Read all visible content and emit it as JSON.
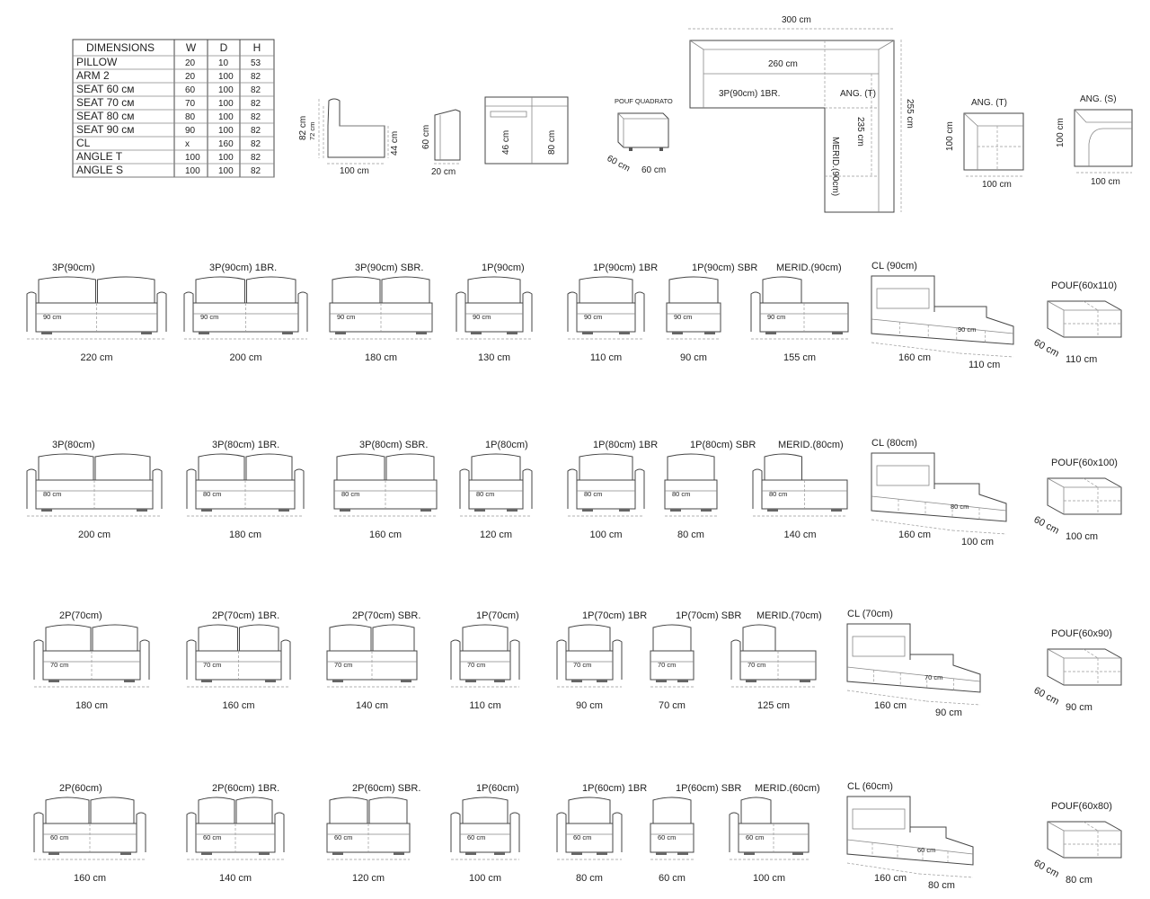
{
  "dimensions_table": {
    "headers": [
      "DIMENSIONS",
      "W",
      "D",
      "H"
    ],
    "rows": [
      [
        "PILLOW",
        "20",
        "10",
        "53"
      ],
      [
        "ARM 2",
        "20",
        "100",
        "82"
      ],
      [
        "SEAT 60 см",
        "60",
        "100",
        "82"
      ],
      [
        "SEAT 70 см",
        "70",
        "100",
        "82"
      ],
      [
        "SEAT 80 см",
        "80",
        "100",
        "82"
      ],
      [
        "SEAT 90 см",
        "90",
        "100",
        "82"
      ],
      [
        "CL",
        "x",
        "160",
        "82"
      ],
      [
        "ANGLE  T",
        "100",
        "100",
        "82"
      ],
      [
        "ANGLE  S",
        "100",
        "100",
        "82"
      ]
    ]
  },
  "side_views": {
    "seat_side": {
      "height": "82 cm",
      "back": "72 cm",
      "seat": "44 cm",
      "depth": "100 cm"
    },
    "arm_side": {
      "height": "60 cm",
      "width": "20 cm"
    },
    "front_section": {
      "a": "46 cm",
      "b": "80 cm"
    },
    "pouf_quadrato": {
      "title": "POUF QUADRATO",
      "d": "60 cm",
      "w": "60 cm"
    }
  },
  "corner_plan": {
    "top": "300 cm",
    "inner": "260 cm",
    "label_3p": "3P(90cm) 1BR.",
    "label_ang": "ANG. (T)",
    "label_merid": "MERID.(90cm)",
    "inner_side": "235 cm",
    "outer_side": "255 cm"
  },
  "angles": [
    {
      "title": "ANG. (T)",
      "side": "100 cm",
      "bottom": "100 cm"
    },
    {
      "title": "ANG. (S)",
      "side": "100 cm",
      "bottom": "100 cm"
    }
  ],
  "rows": [
    {
      "seat": "90 cm",
      "items": [
        {
          "name": "3P(90cm)",
          "width": "220 cm"
        },
        {
          "name": "3P(90cm) 1BR.",
          "width": "200 cm"
        },
        {
          "name": "3P(90cm) SBR.",
          "width": "180 cm"
        },
        {
          "name": "1P(90cm)",
          "width": "130 cm"
        },
        {
          "name": "1P(90cm) 1BR",
          "width": "110 cm"
        },
        {
          "name": "1P(90cm) SBR",
          "width": "90 cm"
        },
        {
          "name": "MERID.(90cm)",
          "width": "155 cm"
        }
      ],
      "cl": {
        "name": "CL (90cm)",
        "seat": "90 cm",
        "depth": "160 cm",
        "width": "110 cm"
      },
      "pouf": {
        "name": "POUF(60x110)",
        "d": "60 cm",
        "w": "110 cm"
      }
    },
    {
      "seat": "80 cm",
      "items": [
        {
          "name": "3P(80cm)",
          "width": "200 cm"
        },
        {
          "name": "3P(80cm) 1BR.",
          "width": "180 cm"
        },
        {
          "name": "3P(80cm) SBR.",
          "width": "160 cm"
        },
        {
          "name": "1P(80cm)",
          "width": "120 cm"
        },
        {
          "name": "1P(80cm) 1BR",
          "width": "100 cm"
        },
        {
          "name": "1P(80cm) SBR",
          "width": "80 cm"
        },
        {
          "name": "MERID.(80cm)",
          "width": "140 cm"
        }
      ],
      "cl": {
        "name": "CL (80cm)",
        "seat": "80 cm",
        "depth": "160 cm",
        "width": "100 cm"
      },
      "pouf": {
        "name": "POUF(60x100)",
        "d": "60 cm",
        "w": "100 cm"
      }
    },
    {
      "seat": "70 cm",
      "items": [
        {
          "name": "2P(70cm)",
          "width": "180 cm"
        },
        {
          "name": "2P(70cm) 1BR.",
          "width": "160 cm"
        },
        {
          "name": "2P(70cm) SBR.",
          "width": "140 cm"
        },
        {
          "name": "1P(70cm)",
          "width": "110 cm"
        },
        {
          "name": "1P(70cm) 1BR",
          "width": "90 cm"
        },
        {
          "name": "1P(70cm) SBR",
          "width": "70 cm"
        },
        {
          "name": "MERID.(70cm)",
          "width": "125 cm"
        }
      ],
      "cl": {
        "name": "CL (70cm)",
        "seat": "70 cm",
        "depth": "160 cm",
        "width": "90 cm"
      },
      "pouf": {
        "name": "POUF(60x90)",
        "d": "60 cm",
        "w": "90 cm"
      }
    },
    {
      "seat": "60 cm",
      "items": [
        {
          "name": "2P(60cm)",
          "width": "160 cm"
        },
        {
          "name": "2P(60cm) 1BR.",
          "width": "140 cm"
        },
        {
          "name": "2P(60cm) SBR.",
          "width": "120 cm"
        },
        {
          "name": "1P(60cm)",
          "width": "100 cm"
        },
        {
          "name": "1P(60cm) 1BR",
          "width": "80 cm"
        },
        {
          "name": "1P(60cm) SBR",
          "width": "60 cm"
        },
        {
          "name": "MERID.(60cm)",
          "width": "100 cm"
        }
      ],
      "cl": {
        "name": "CL (60cm)",
        "seat": "60 cm",
        "depth": "160 cm",
        "width": "80 cm"
      },
      "pouf": {
        "name": "POUF(60x80)",
        "d": "60 cm",
        "w": "80 cm"
      }
    }
  ]
}
